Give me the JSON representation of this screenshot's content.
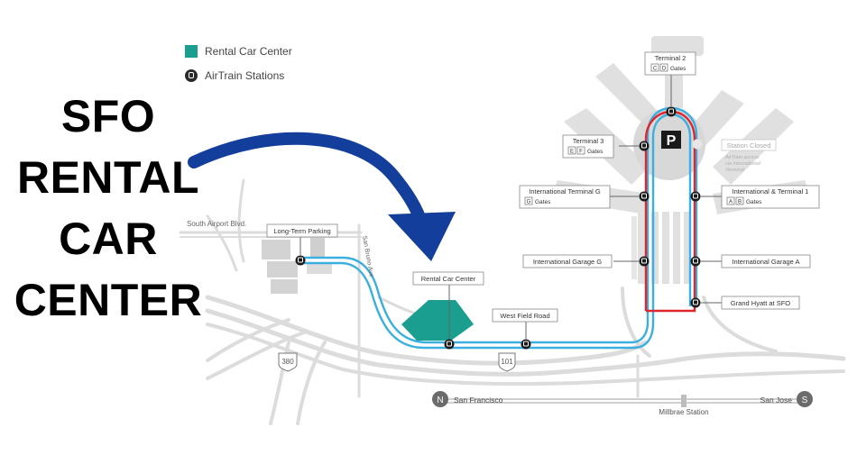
{
  "headline": {
    "line1": "SFO",
    "line2": "RENTAL",
    "line3": "CAR",
    "line4": "CENTER"
  },
  "legend": {
    "rental_car_center": "Rental Car Center",
    "airtrain_stations": "AirTrain Stations"
  },
  "colors": {
    "rental_car_center": "#1a9e8f",
    "blue_line": "#3bb0e0",
    "red_line": "#e0262d",
    "arrow": "#143e9c",
    "roads": "#d9d9d9",
    "terminal": "#dcdcdc"
  },
  "stations": {
    "terminal2": "Terminal 2",
    "terminal2_gates_c": "C",
    "terminal2_gates_d": "D",
    "terminal2_gates_word": "Gates",
    "terminal3": "Terminal 3",
    "terminal3_gates_e": "E",
    "terminal3_gates_f": "F",
    "terminal3_gates_word": "Gates",
    "intl_g": "International Terminal G",
    "intl_g_gate": "G",
    "intl_g_gates_word": "Gates",
    "intl_t1": "International & Terminal 1",
    "intl_t1_gate_a": "A",
    "intl_t1_gate_b": "B",
    "intl_t1_gates_word": "Gates",
    "garage_g": "International Garage G",
    "garage_a": "International Garage A",
    "grand_hyatt": "Grand Hyatt at SFO",
    "rental_car_center": "Rental Car Center",
    "west_field_road": "West Field Road",
    "long_term_parking": "Long-Term Parking",
    "station_closed": "Station Closed",
    "station_closed_note_1": "AirTrain access",
    "station_closed_note_2": "via International",
    "station_closed_note_3": "Terminal"
  },
  "map_labels": {
    "south_airport_blvd": "South Airport Blvd.",
    "san_bruno_ave": "San Bruno Ave",
    "hwy_380": "380",
    "hwy_101": "101",
    "san_francisco": "San Francisco",
    "san_jose": "San Jose",
    "millbrae_station": "Millbrae Station",
    "north": "N",
    "south": "S",
    "parking": "P"
  }
}
